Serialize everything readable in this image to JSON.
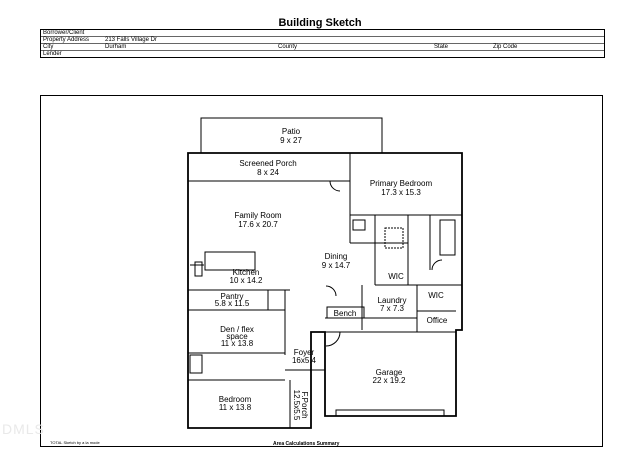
{
  "header": {
    "title": "Building Sketch",
    "rows": [
      {
        "label": "Borrower/Client",
        "value": ""
      },
      {
        "label": "Property Address",
        "value": "213 Falls Village Dr"
      },
      {
        "label": "City",
        "value": "Durham",
        "county_label": "County",
        "state_label": "State",
        "zip_label": "Zip Code"
      },
      {
        "label": "Lender",
        "value": ""
      }
    ]
  },
  "rooms": {
    "patio": {
      "name": "Patio",
      "dims": "9 x 27"
    },
    "screened_porch": {
      "name": "Screened Porch",
      "dims": "8 x 24"
    },
    "primary_bedroom": {
      "name": "Primary Bedroom",
      "dims": "17.3 x 15.3"
    },
    "family_room": {
      "name": "Family Room",
      "dims": "17.6 x 20.7"
    },
    "dining": {
      "name": "Dining",
      "dims": "9 x 14.7"
    },
    "kitchen": {
      "name": "Kitchen",
      "dims": "10 x 14.2"
    },
    "wic1": {
      "name": "WIC"
    },
    "pantry": {
      "name": "Pantry",
      "dims": "5.8 x 11.5"
    },
    "laundry": {
      "name": "Laundry",
      "dims": "7 x 7.3"
    },
    "wic2": {
      "name": "WIC"
    },
    "bench": {
      "name": "Bench"
    },
    "office": {
      "name": "Office"
    },
    "den": {
      "name": "Den / flex",
      "name2": "space",
      "dims": "11 x 13.8"
    },
    "foyer": {
      "name": "Foyer",
      "dims": "16x5.4"
    },
    "garage": {
      "name": "Garage",
      "dims": "22 x 19.2"
    },
    "bedroom": {
      "name": "Bedroom",
      "dims": "11 x 13.8"
    },
    "porch": {
      "name": "F.Porch",
      "dims": "12.5x5.5"
    }
  },
  "footer": {
    "left": "TOTAL Sketch by a la mode",
    "center": "Area Calculations Summary"
  },
  "watermark": "DMLS"
}
